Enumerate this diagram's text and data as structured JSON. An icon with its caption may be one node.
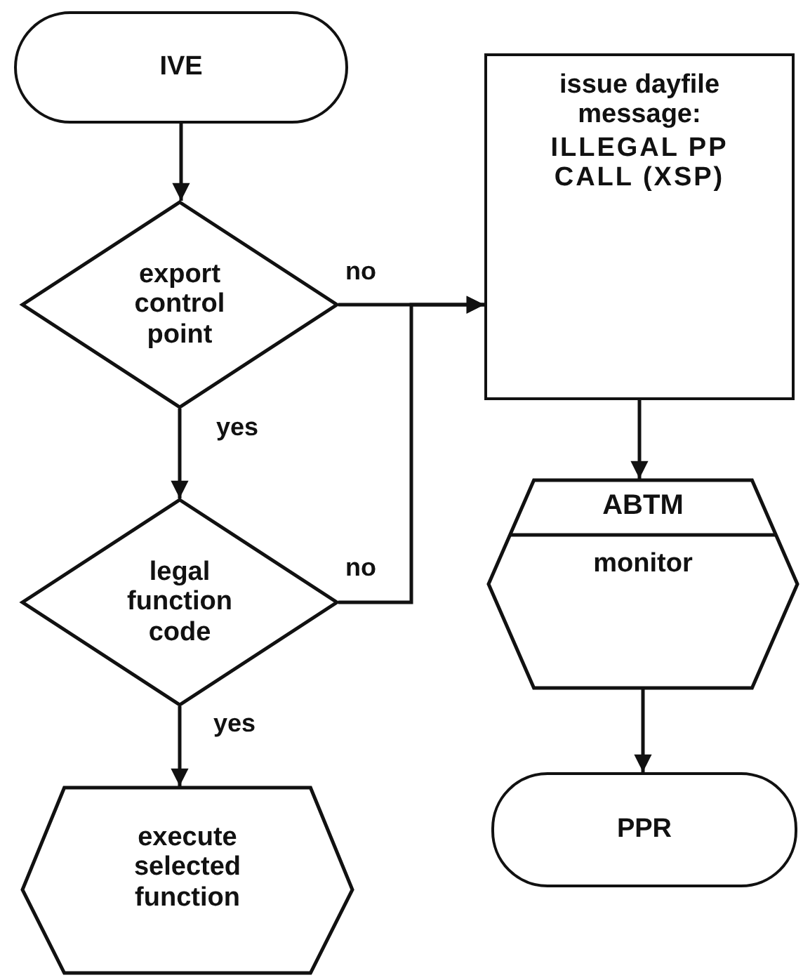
{
  "diagram": {
    "nodes": [
      {
        "text": [
          "IVE"
        ]
      },
      {
        "text": [
          "export control point"
        ]
      },
      {
        "text": [
          "legal function code"
        ]
      },
      {
        "text": [
          "execute selected function"
        ]
      },
      {
        "text": [
          "issue dayfile message:",
          "ILLEGAL PP CALL (XSP)"
        ]
      },
      {
        "text": [
          "ABTM",
          "monitor"
        ]
      },
      {
        "text": [
          "PPR"
        ]
      }
    ],
    "edges": [
      {
        "from": 0,
        "to": 1,
        "arrow": "to"
      },
      {
        "from": 1,
        "to": 2,
        "arrow": "to",
        "label": "yes"
      },
      {
        "from": 1,
        "to": 4,
        "arrow": "to",
        "label": "no"
      },
      {
        "from": 2,
        "to": 4,
        "arrow": "to",
        "label": "no"
      },
      {
        "from": 2,
        "to": 3,
        "arrow": "to",
        "label": "yes"
      },
      {
        "from": 4,
        "to": 5,
        "arrow": "to"
      },
      {
        "from": 5,
        "to": 6,
        "arrow": "to"
      }
    ]
  }
}
